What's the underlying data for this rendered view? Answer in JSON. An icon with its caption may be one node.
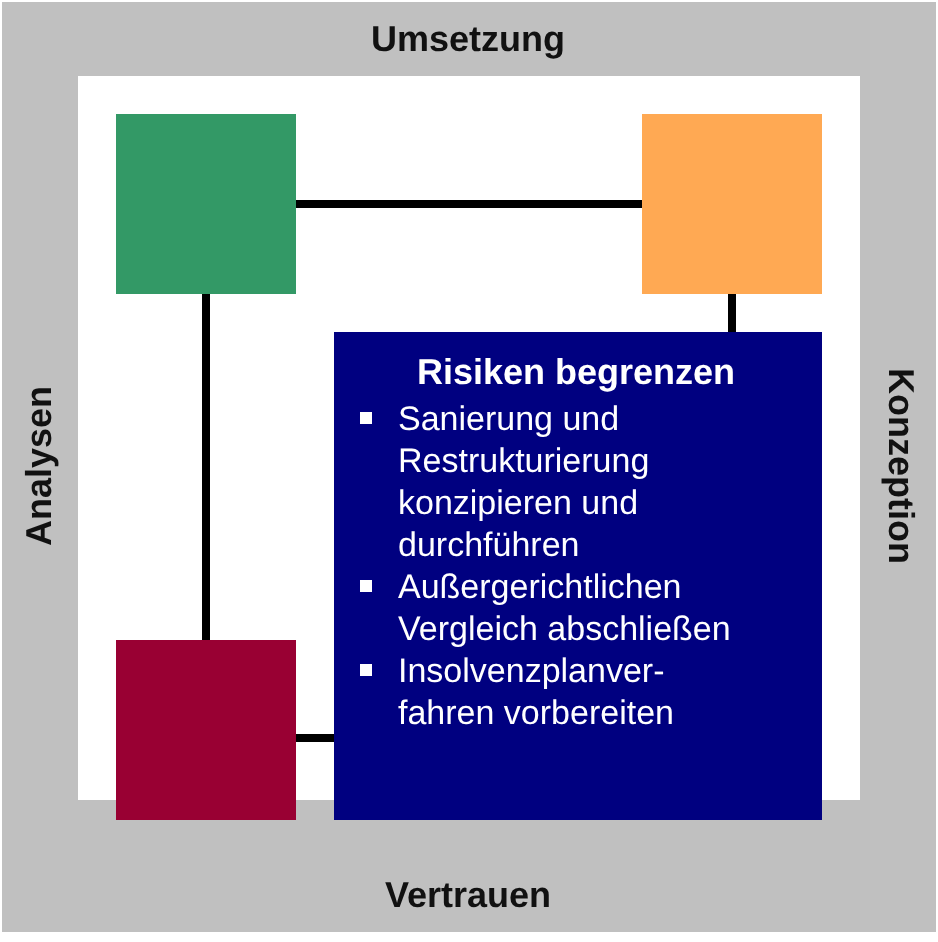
{
  "diagram": {
    "nodes": [
      {
        "text": [],
        "shape": "box"
      },
      {
        "text": [],
        "shape": "box"
      },
      {
        "text": [],
        "shape": "box"
      },
      {
        "text": [
          "Risiken begrenzen",
          "Sanierung und Restrukturierung konzipieren und durchführen",
          "Außergerichtlichen Vergleich abschließen",
          "Insolvenzplanver- fahren vorbereiten"
        ]
      }
    ],
    "edges": [
      {
        "from": 0,
        "to": 1,
        "arrow": "none"
      },
      {
        "from": 0,
        "to": 2,
        "arrow": "none"
      },
      {
        "from": 1,
        "to": 3,
        "arrow": "none"
      },
      {
        "from": 2,
        "to": 3,
        "arrow": "none"
      }
    ],
    "labels": [
      "Umsetzung",
      "Analysen",
      "Konzeption",
      "Vertrauen"
    ]
  }
}
